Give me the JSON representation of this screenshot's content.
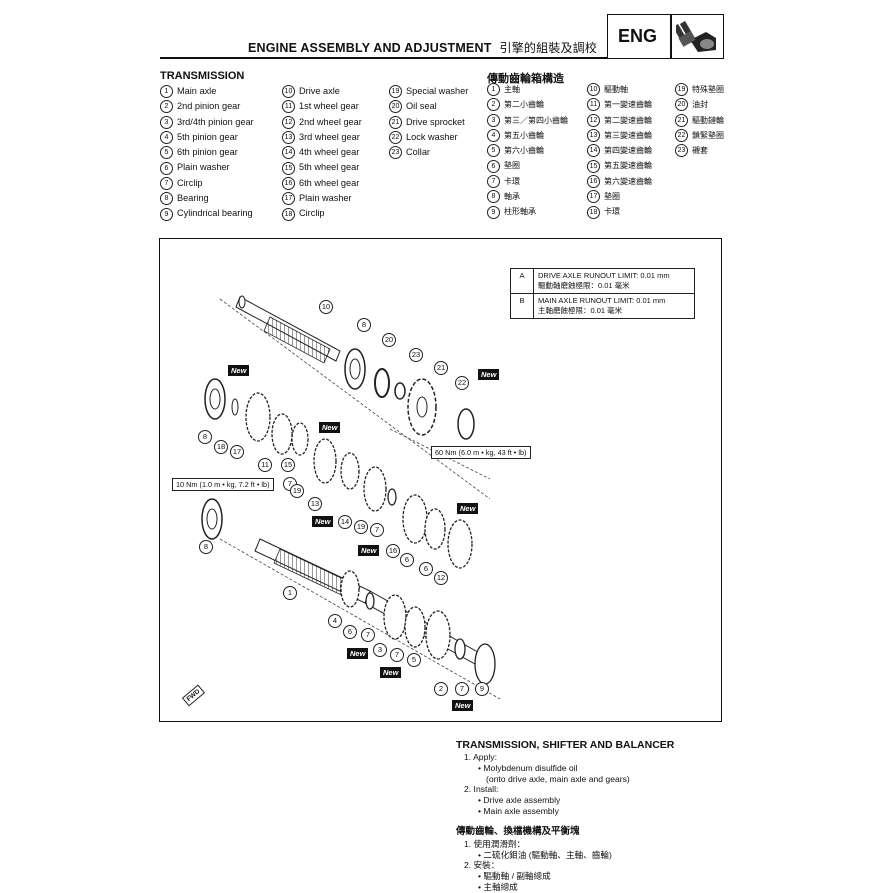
{
  "header": {
    "title_en": "ENGINE ASSEMBLY AND ADJUSTMENT",
    "title_cn": "引擎的組裝及調校",
    "section_tab": "ENG"
  },
  "legend_en": {
    "title": "TRANSMISSION",
    "col1": [
      {
        "n": "1",
        "t": "Main axle"
      },
      {
        "n": "2",
        "t": "2nd pinion gear"
      },
      {
        "n": "3",
        "t": "3rd/4th pinion gear"
      },
      {
        "n": "4",
        "t": "5th pinion gear"
      },
      {
        "n": "5",
        "t": "6th pinion gear"
      },
      {
        "n": "6",
        "t": "Plain washer"
      },
      {
        "n": "7",
        "t": "Circlip"
      },
      {
        "n": "8",
        "t": "Bearing"
      },
      {
        "n": "9",
        "t": "Cylindrical bearing"
      }
    ],
    "col2": [
      {
        "n": "10",
        "t": "Drive axle"
      },
      {
        "n": "11",
        "t": "1st wheel gear"
      },
      {
        "n": "12",
        "t": "2nd wheel gear"
      },
      {
        "n": "13",
        "t": "3rd wheel gear"
      },
      {
        "n": "14",
        "t": "4th wheel gear"
      },
      {
        "n": "15",
        "t": "5th wheel gear"
      },
      {
        "n": "16",
        "t": "6th wheel gear"
      },
      {
        "n": "17",
        "t": "Plain washer"
      },
      {
        "n": "18",
        "t": "Circlip"
      }
    ],
    "col3": [
      {
        "n": "19",
        "t": "Special washer"
      },
      {
        "n": "20",
        "t": "Oil seal"
      },
      {
        "n": "21",
        "t": "Drive sprocket"
      },
      {
        "n": "22",
        "t": "Lock washer"
      },
      {
        "n": "23",
        "t": "Collar"
      }
    ]
  },
  "legend_cn": {
    "title": "傳動齒輪箱構造",
    "col1": [
      {
        "n": "1",
        "t": "主軸"
      },
      {
        "n": "2",
        "t": "第二小齒輪"
      },
      {
        "n": "3",
        "t": "第三／第四小齒輪"
      },
      {
        "n": "4",
        "t": "第五小齒輪"
      },
      {
        "n": "5",
        "t": "第六小齒輪"
      },
      {
        "n": "6",
        "t": "墊圈"
      },
      {
        "n": "7",
        "t": "卡環"
      },
      {
        "n": "8",
        "t": "軸承"
      },
      {
        "n": "9",
        "t": "柱形軸承"
      }
    ],
    "col2": [
      {
        "n": "10",
        "t": "驅動軸"
      },
      {
        "n": "11",
        "t": "第一變速齒輪"
      },
      {
        "n": "12",
        "t": "第二變速齒輪"
      },
      {
        "n": "13",
        "t": "第三變速齒輪"
      },
      {
        "n": "14",
        "t": "第四變速齒輪"
      },
      {
        "n": "15",
        "t": "第五變速齒輪"
      },
      {
        "n": "16",
        "t": "第六變速齒輪"
      },
      {
        "n": "17",
        "t": "墊圈"
      },
      {
        "n": "18",
        "t": "卡環"
      }
    ],
    "col3": [
      {
        "n": "19",
        "t": "特殊墊圈"
      },
      {
        "n": "20",
        "t": "油封"
      },
      {
        "n": "21",
        "t": "驅動鏈輪"
      },
      {
        "n": "22",
        "t": "鎖緊墊圈"
      },
      {
        "n": "23",
        "t": "襯套"
      }
    ]
  },
  "diagram": {
    "spec_table": [
      {
        "key": "A",
        "en": "DRIVE AXLE RUNOUT LIMIT: 0.01 mm",
        "cn": "驅動軸磨蝕極限：0.01 毫米"
      },
      {
        "key": "B",
        "en": "MAIN AXLE RUNOUT LIMIT: 0.01 mm",
        "cn": "主軸磨蝕極限：0.01 毫米"
      }
    ],
    "torque_1": "60 Nm (6.0 m • kg, 43 ft • lb)",
    "torque_2": "10 Nm (1.0 m • kg, 7.2 ft • lb)",
    "new_tag": "New",
    "fwd_tag": "FWD",
    "callout_labels": [
      "1",
      "2",
      "3",
      "4",
      "5",
      "6",
      "7",
      "8",
      "9",
      "10",
      "11",
      "12",
      "13",
      "14",
      "15",
      "16",
      "17",
      "18",
      "19",
      "20",
      "21",
      "22",
      "23"
    ]
  },
  "instructions": {
    "title_en": "TRANSMISSION, SHIFTER AND BALANCER",
    "en_lines": [
      {
        "lvl": 1,
        "t": "1.  Apply:"
      },
      {
        "lvl": 2,
        "t": "•  Molybdenum disulfide oil"
      },
      {
        "lvl": 3,
        "t": "(onto drive axle, main axle and gears)"
      },
      {
        "lvl": 1,
        "t": "2.  Install:"
      },
      {
        "lvl": 2,
        "t": "•  Drive axle assembly"
      },
      {
        "lvl": 2,
        "t": "•  Main axle assembly"
      }
    ],
    "title_cn": "傳動齒輪、換檔機構及平衡塊",
    "cn_lines": [
      {
        "lvl": 1,
        "t": "1.  使用潤滑劑："
      },
      {
        "lvl": 2,
        "t": "•  二硫化鉬油 (驅動軸、主軸、齒輪)"
      },
      {
        "lvl": 1,
        "t": "2.  安裝："
      },
      {
        "lvl": 2,
        "t": "•  驅動軸 / 副軸總成"
      },
      {
        "lvl": 2,
        "t": "•  主軸總成"
      }
    ]
  }
}
